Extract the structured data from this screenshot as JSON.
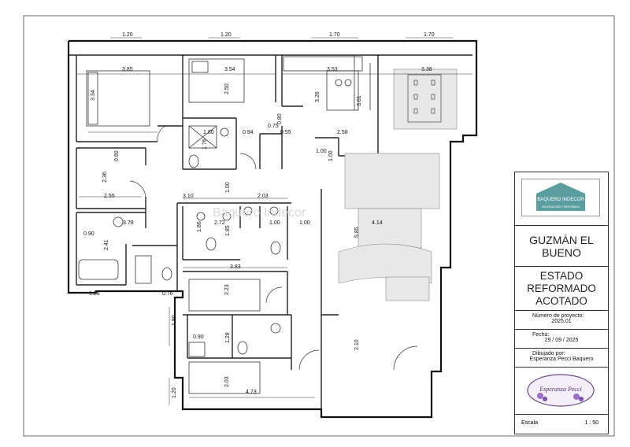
{
  "title_block": {
    "logo_brand": "BAQUERO INDECOR",
    "logo_tagline": "DECORACIÓN Y REFORMAS",
    "project_name": "GUZMÁN EL BUENO",
    "plan_status": "ESTADO REFORMADO ACOTADO",
    "project_number_label": "Número de proyecto:",
    "project_number": "2025.01",
    "date_label": "Fecha:",
    "date": "29 / 09 / 2025",
    "drawn_by_label": "Dibujado por:",
    "drawn_by": "Esperanza Pecci Baquero",
    "signature_logo": "Esperanza Pecci",
    "scale_label": "Escala",
    "scale": "1 : 50"
  },
  "dimensions": {
    "top_windows": [
      "1.20",
      "1.20",
      "1.70",
      "1.70"
    ],
    "room_widths": [
      "3.85",
      "3.54",
      "3.53",
      "3.38"
    ],
    "room_heights": [
      "3.34",
      "2.50",
      "3.26",
      "3.61"
    ],
    "bath1": [
      "1.80",
      "1.76",
      "0.94",
      "0.75",
      "0.80",
      "0.55"
    ],
    "kitchen": [
      "2.58",
      "1.00",
      "1.00"
    ],
    "mid": [
      "0.60",
      "2.36",
      "2.55",
      "3.10",
      "1.00",
      "2.03"
    ],
    "baths": [
      "0.90",
      "3.78",
      "2.41",
      "1.86",
      "2.72",
      "1.85",
      "1.00",
      "1.00"
    ],
    "living": [
      "4.14",
      "5.85",
      "2.10"
    ],
    "lower": [
      "1.26",
      "0.76",
      "3.83",
      "2.23",
      "1.80",
      "0.90",
      "1.28"
    ],
    "bottom": [
      "1.20",
      "2.03",
      "4.73"
    ]
  },
  "watermark": "Baquero Indecor"
}
